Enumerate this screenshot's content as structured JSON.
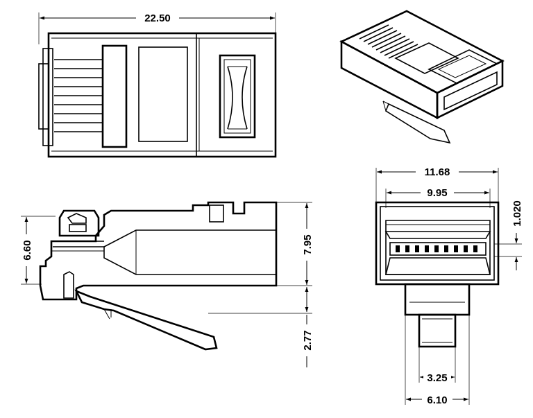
{
  "diagram": {
    "subject": "RJ45 modular plug",
    "background_color": "#ffffff",
    "line_color": "#000000",
    "views": {
      "top_view": {
        "dimensions": {
          "overall_length": "22.50"
        }
      },
      "isometric_view": {},
      "section_view": {
        "dimensions": {
          "height_left": "6.60",
          "height_right": "7.95",
          "latch_drop": "2.77"
        }
      },
      "front_view": {
        "dimensions": {
          "overall_width": "11.68",
          "inner_width": "9.95",
          "contact_offset": "1.020",
          "latch_width": "3.25",
          "latch_base_width": "6.10"
        }
      }
    }
  }
}
